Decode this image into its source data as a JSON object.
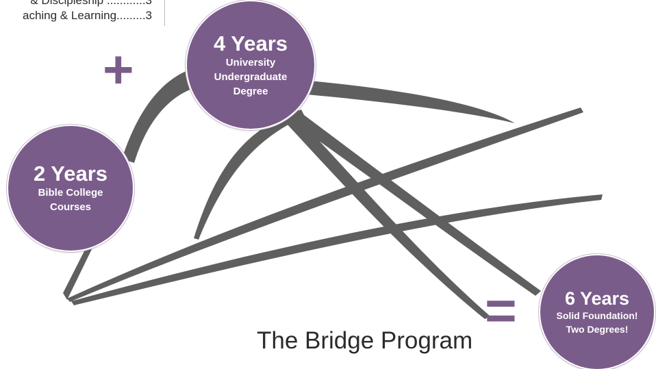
{
  "toc": {
    "line1": "& Discipleship ............3",
    "line2": "aching & Learning.........3"
  },
  "circles": {
    "two_years": {
      "heading": "2 Years",
      "line1": "Bible College",
      "line2": "Courses"
    },
    "four_years": {
      "heading": "4 Years",
      "line1": "University",
      "line2": "Undergraduate",
      "line3": "Degree"
    },
    "six_years": {
      "heading": "6 Years",
      "line1": "Solid Foundation!",
      "line2": "Two Degrees!"
    }
  },
  "operators": {
    "plus": "+",
    "equals": "="
  },
  "title": "The Bridge Program",
  "colors": {
    "accent": "#7a5c8a",
    "swoosh": "#5f5f5f",
    "text": "#2b2b2b"
  }
}
